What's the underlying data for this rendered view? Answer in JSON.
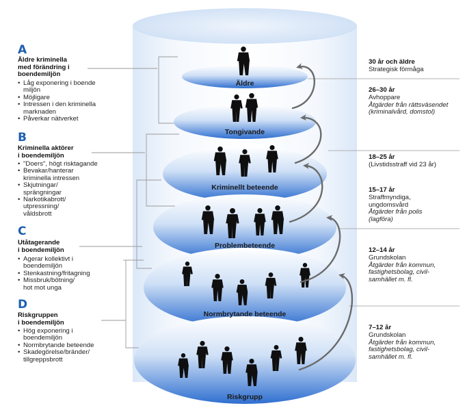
{
  "groups": [
    {
      "letter": "A",
      "title": "Äldre kriminella med förändring i boendemiljön",
      "title_lines": [
        "Äldre kriminella",
        "med förändring i",
        "boendemiljön"
      ],
      "bullets": [
        [
          "Låg exponering i boende",
          "miljön"
        ],
        [
          "Möjligare"
        ],
        [
          "Intressen i den kriminella",
          "marknaden"
        ],
        [
          "Påverkar nätverket"
        ]
      ]
    },
    {
      "letter": "B",
      "title": "Kriminella aktörer i boendemiljön",
      "title_lines": [
        "Kriminella aktörer",
        "i boendemiljön"
      ],
      "bullets": [
        [
          "\"Doers\", högt risktagande"
        ],
        [
          "Bevakar/hanterar",
          "kriminella intressen"
        ],
        [
          "Skjutningar/",
          "sprängningar"
        ],
        [
          "Narkotikabrott/",
          "utpressning/",
          "våldsbrott"
        ]
      ]
    },
    {
      "letter": "C",
      "title": "Utåtagerande i boendemiljön",
      "title_lines": [
        "Utåtagerande",
        "i boendemiljön"
      ],
      "bullets": [
        [
          "Agerar kollektivt i",
          "boendemiljön"
        ],
        [
          "Stenkastning/fritagning"
        ],
        [
          "Missbruk/bötning/",
          "hot mot unga"
        ]
      ]
    },
    {
      "letter": "D",
      "title": "Riskgruppen i boendemiljön",
      "title_lines": [
        "Riskgruppen",
        "i boendemiljön"
      ],
      "bullets": [
        [
          "Hög exponering i",
          "boendemiljön"
        ],
        [
          "Normbrytande beteende"
        ],
        [
          "Skadegörelse/bränder/",
          "tillgreppsbrott"
        ]
      ]
    }
  ],
  "tiers": [
    {
      "label": "Äldre"
    },
    {
      "label": "Tongivande"
    },
    {
      "label": "Kriminellt beteende"
    },
    {
      "label": "Problembeteende"
    },
    {
      "label": "Normbrytande beteende"
    },
    {
      "label": "Riskgrupp"
    }
  ],
  "ages": [
    {
      "age": "30 år och äldre",
      "lines": [
        "Strategisk förmåga"
      ],
      "measure": []
    },
    {
      "age": "26–30 år",
      "lines": [
        "Avhoppare"
      ],
      "measure": [
        "Åtgärder från rättsväsendet",
        "(kriminalvård, domstol)"
      ]
    },
    {
      "age": "18–25 år",
      "lines": [
        "(Livstidsstraff vid 23 år)"
      ],
      "measure": []
    },
    {
      "age": "15–17 år",
      "lines": [
        "Straffmyndiga,",
        "ungdomsvård"
      ],
      "measure": [
        "Åtgärder från polis",
        "(lagföra)"
      ]
    },
    {
      "age": "12–14 år",
      "lines": [
        "Grundskolan"
      ],
      "measure": [
        "Åtgärder från kommun,",
        "fastighetsbolag, civil-",
        "samhället m. fl."
      ]
    },
    {
      "age": "7–12 år",
      "lines": [
        "Grundskolan"
      ],
      "measure": [
        "Åtgärder från kommun,",
        "fastighetsbolag, civil-",
        "samhället m. fl."
      ]
    }
  ],
  "colors": {
    "accent": "#1f5fb0",
    "disc_top": "#ffffff",
    "disc_bottom": "#2f6fd0",
    "arrow": "#6b6b6b",
    "silhouette": "#0f0f0f"
  }
}
